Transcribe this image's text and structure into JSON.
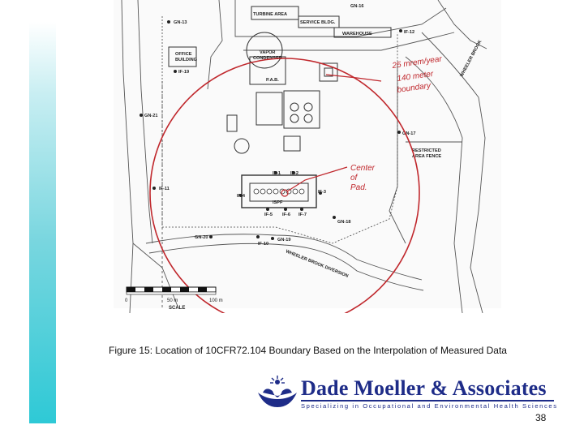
{
  "colors": {
    "accent_bar": "#2ec9d6",
    "logo_blue": "#1e2c88",
    "annotation_red": "#c0282d"
  },
  "map": {
    "labels": {
      "turbine": "TURBINE AREA",
      "service": "SERVICE BLDG.",
      "warehouse": "WAREHOUSE",
      "gn16": "GN-16",
      "gn13": "GN-13",
      "if12": "IF-12",
      "office1": "OFFICE",
      "office2": "BUILDING",
      "if19": "IF-19",
      "vapor1": "VAPOR",
      "vapor2": "CONDENSER",
      "pab": "P.A.B.",
      "gn21": "GN-21",
      "gn17": "GN-17",
      "restricted1": "RESTRICTED",
      "restricted2": "AREA FENCE",
      "if11": "IF-11",
      "if1": "IF-1",
      "if2": "IF-2",
      "if4": "IF-4",
      "if5": "IF-5",
      "if6": "IF-6",
      "if7": "IF-7",
      "if3": "IF-3",
      "ispf": "ISPF",
      "gn18": "GN-18",
      "gn20": "GN-20",
      "gn19": "GN-19",
      "if10": "IF-10",
      "road": "WHEELER BROOK DIVERSION",
      "brook": "WHEELER BROOK",
      "scale": "SCALE",
      "s0": "0",
      "s50": "50 m",
      "s100": "100 m"
    },
    "annotations": {
      "boundary1": "25 mrem/year",
      "boundary2": "140 meter",
      "boundary3": "boundary",
      "center1": "Center",
      "center2": "of",
      "center3": "Pad."
    }
  },
  "caption": "Figure 15: Location of 10CFR72.104 Boundary Based on the Interpolation of Measured Data",
  "logo": {
    "name": "Dade Moeller & Associates",
    "tagline": "Specializing in Occupational and Environmental Health Sciences"
  },
  "page_number": "38"
}
